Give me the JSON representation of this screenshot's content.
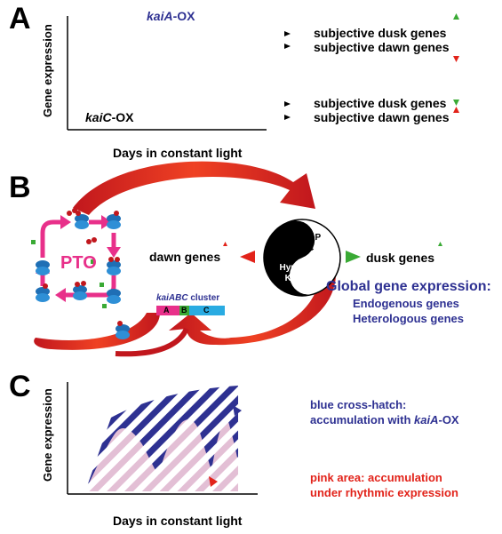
{
  "panel_a": {
    "letter": "A",
    "y_label": "Gene expression",
    "kaia_label_italic": "kaiA",
    "kaia_label_suffix": "-OX",
    "kaic_label_italic": "kaiC",
    "kaic_label_suffix": "-OX",
    "kaia_rows": [
      "subjective dusk genes",
      "subjective dawn genes"
    ],
    "kaic_rows": [
      "subjective dusk genes",
      "subjective dawn genes"
    ],
    "x_label": "Days in constant light",
    "colors": {
      "up": "#3aaa35",
      "down": "#e2231a"
    }
  },
  "panel_b": {
    "letter": "B",
    "pto_label": "PTO",
    "dawn_genes": "dawn genes",
    "dusk_genes": "dusk genes",
    "hyper_p_line1": "Hyper-P",
    "hyper_p_line2": "KaiC",
    "hypo_p_line1": "Hypo-P",
    "hypo_p_line2": "KaiC",
    "cluster_italic": "kaiABC",
    "cluster_suffix": " cluster",
    "cluster_segments": [
      "A",
      "B",
      "C"
    ],
    "global_title": "Global gene expression:",
    "global_lines": [
      "Endogenous genes",
      "Heterologous genes"
    ],
    "colors": {
      "arrow_red": "#e2231a",
      "pto_pink": "#e8308a",
      "accent_blue": "#2e3192",
      "green": "#3aaa35"
    }
  },
  "panel_c": {
    "letter": "C",
    "y_label": "Gene expression",
    "x_label": "Days in constant light",
    "blue_line1": "blue cross-hatch:",
    "blue_line2_prefix": "accumulation with ",
    "blue_line2_italic": "kaiA",
    "blue_line2_suffix": "-OX",
    "pink_line1": "pink area: accumulation",
    "pink_line2": "under rhythmic expression",
    "colors": {
      "hatch_blue": "#2e3192",
      "pink": "#e8c6d8"
    }
  }
}
